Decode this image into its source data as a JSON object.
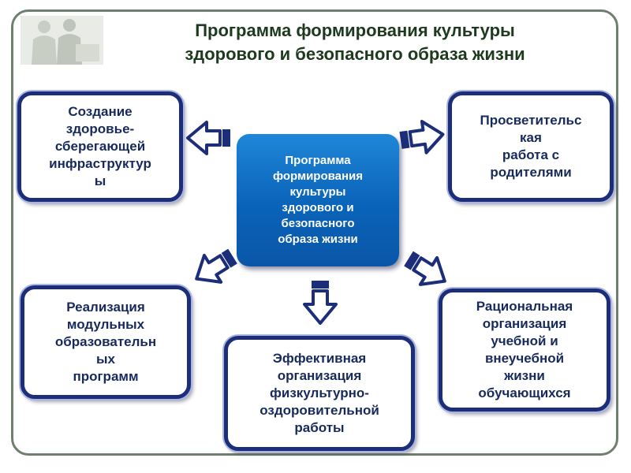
{
  "title": {
    "line1": "Программа формирования культуры",
    "line2": "здорового и безопасного образа жизни"
  },
  "center": "Программа\nформирования\nкультуры\nздорового и\nбезопасного\nобраза жизни",
  "boxes": {
    "top_left": "Создание\nздоровье-\nсберегающей\nинфраструктур\nы",
    "top_right": "Просветительс\nкая\nработа с\nродителями",
    "bottom_left": "Реализация\nмодульных\nобразовательн\nых\nпрограмм",
    "bottom_center": "Эффективная\nорганизация\nфизкультурно-\nоздоровительной\nработы",
    "bottom_right": "Рациональная\nорганизация\nучебной и\nвнеучебной\nжизни\nобучающихся"
  },
  "colors": {
    "box_border": "#1c2e7a",
    "center_fill": "#0a63b8",
    "arrow_border": "#1c2e7a"
  }
}
